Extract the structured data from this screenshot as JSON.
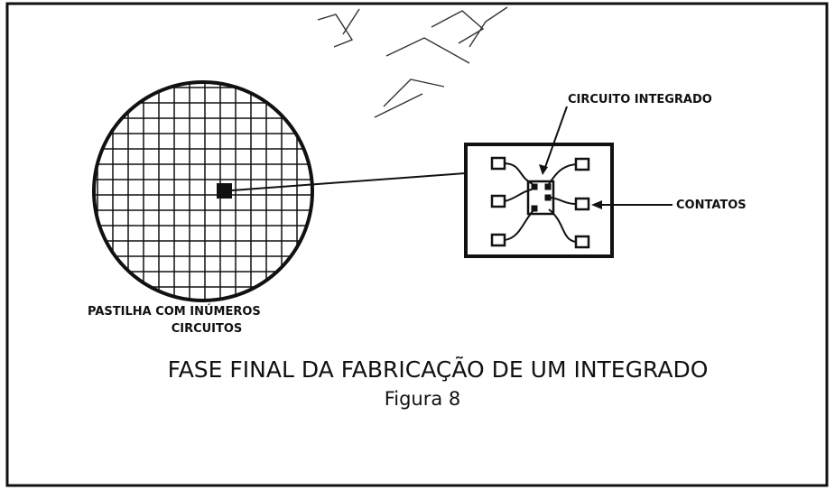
{
  "labels": {
    "wafer_line1": "PASTILHA COM INÚMEROS",
    "wafer_line2": "CIRCUITOS",
    "ic": "CIRCUITO INTEGRADO",
    "contacts": "CONTATOS"
  },
  "caption": {
    "title": "FASE FINAL DA FABRICAÇÃO DE UM INTEGRADO",
    "figure": "Figura 8"
  },
  "colors": {
    "ink": "#111111",
    "paper": "#ffffff"
  }
}
